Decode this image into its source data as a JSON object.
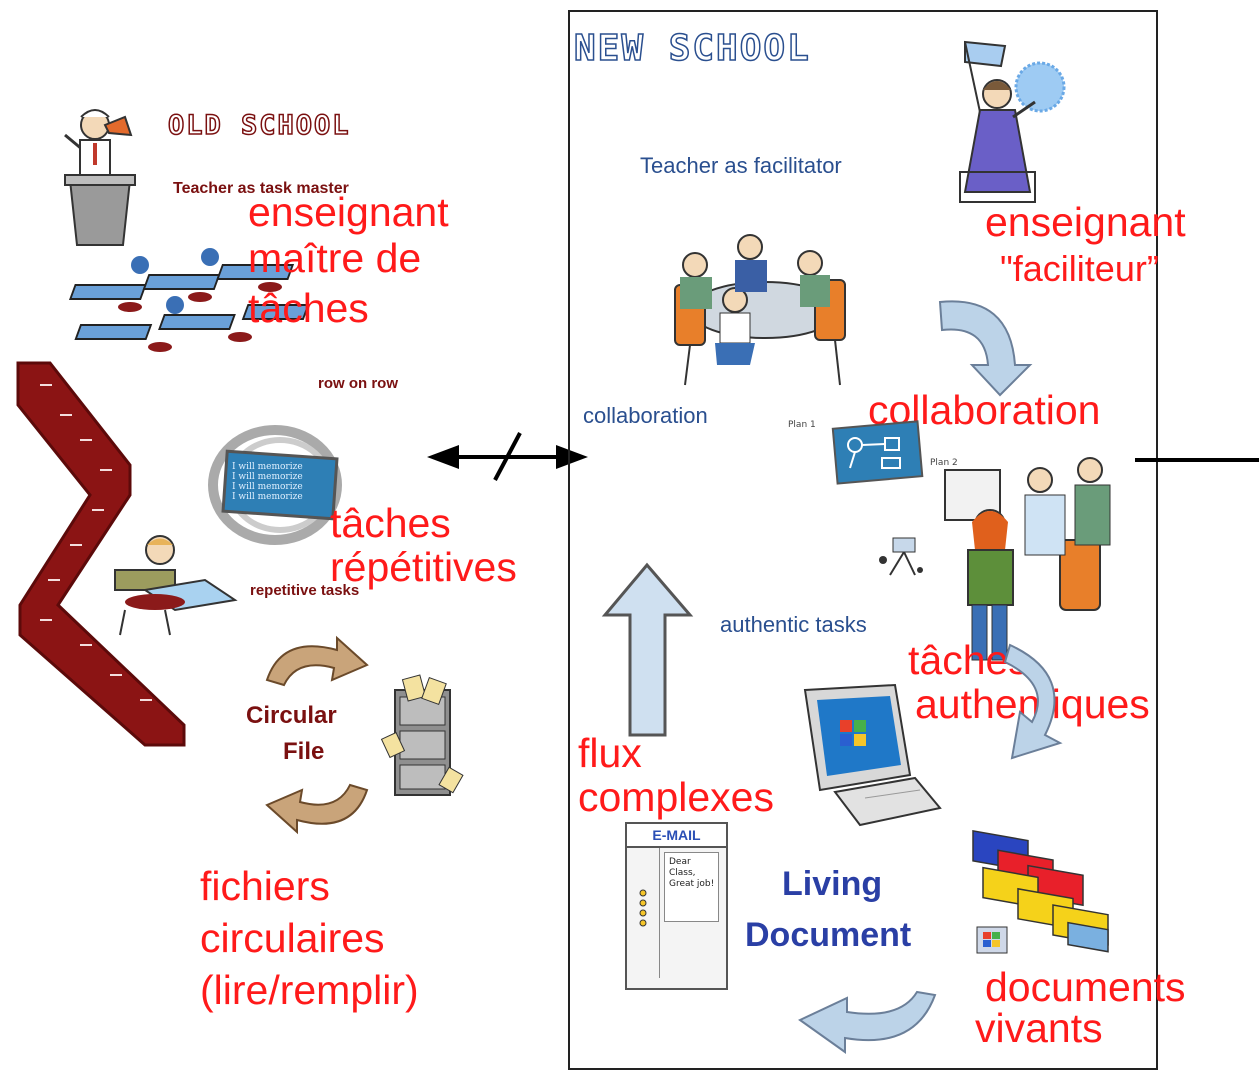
{
  "old_school": {
    "title": "OLD SCHOOL",
    "teacher_en": "Teacher as task master",
    "teacher_fr_1": "enseignant",
    "teacher_fr_2": "maître de",
    "teacher_fr_3": "tâches",
    "rows_en": "row on row",
    "repetitive_fr_1": "tâches",
    "repetitive_fr_2": "répétitives",
    "repetitive_en": "repetitive tasks",
    "circular_1": "Circular",
    "circular_2": "File",
    "files_fr_1": "fichiers",
    "files_fr_2": "circulaires",
    "files_fr_3": "(lire/remplir)",
    "blackboard_lines": [
      "I will memorize",
      "I will memorize",
      "I will memorize",
      "I will memorize"
    ]
  },
  "new_school": {
    "title": "NEW SCHOOL",
    "teacher_en": "Teacher as facilitator",
    "teacher_fr_1": "enseignant",
    "teacher_fr_2": "\"faciliteur”",
    "collab_en": "collaboration",
    "collab_fr": "collaboration",
    "plan1": "Plan 1",
    "plan2": "Plan 2",
    "authentic_en": "authentic tasks",
    "authentic_fr_1": "tâches",
    "authentic_fr_2": "authentiques",
    "flux_1": "flux",
    "flux_2": "complexes",
    "email_title": "E-MAIL",
    "email_body": [
      "Dear",
      "Class,",
      "Great job!"
    ],
    "living_1": "Living",
    "living_2": "Document",
    "docs_fr_1": "documents",
    "docs_fr_2": "vivants"
  },
  "colors": {
    "red_label": "#ff1a1a",
    "maroon": "#7a1010",
    "blue_label": "#2a4f8f",
    "panel_border": "#222222"
  }
}
